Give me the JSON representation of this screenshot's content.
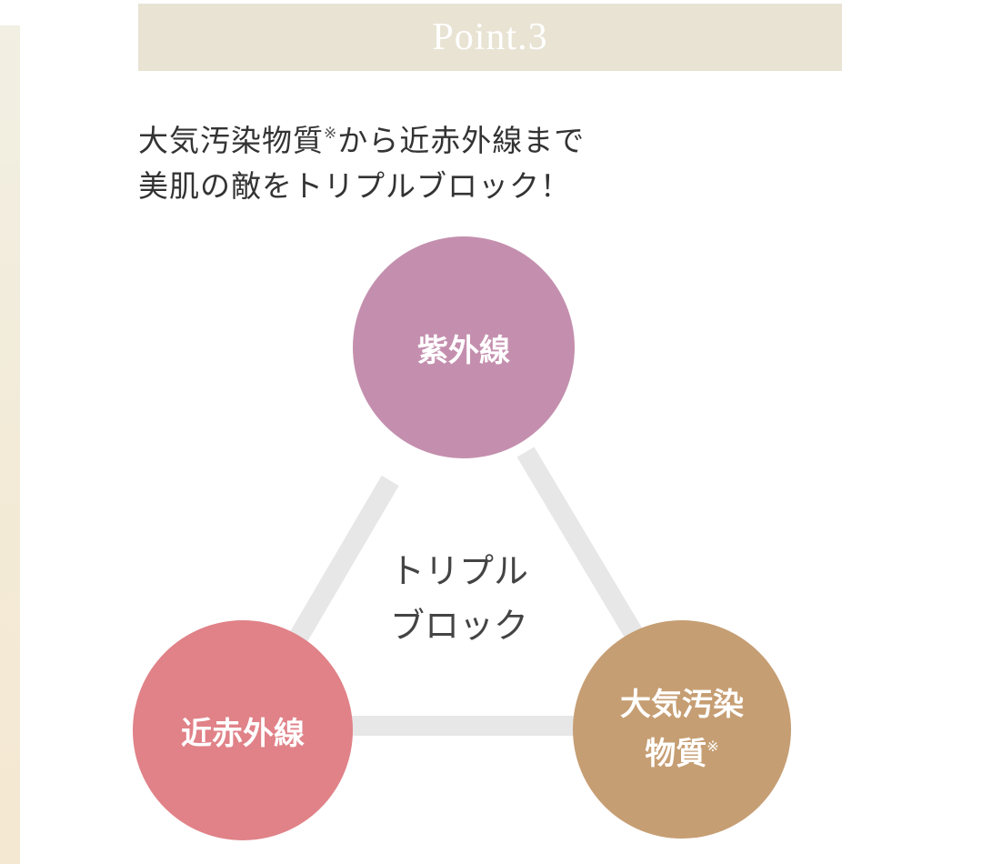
{
  "banner": {
    "title": "Point.3"
  },
  "headline": {
    "line1_main": "大気汚染物質",
    "line1_mark": "※",
    "line1_rest": "から近赤外線まで",
    "line2": "美肌の敵をトリプルブロック！"
  },
  "diagram": {
    "center_line1": "トリプル",
    "center_line2": "ブロック",
    "nodes": {
      "uv": "紫外線",
      "near_infrared": "近赤外線",
      "pollution_line1": "大気汚染",
      "pollution_line2": "物質",
      "pollution_mark": "※"
    }
  },
  "colors": {
    "banner_bg": "#e8e3d3",
    "uv": "#c48fae",
    "near_infrared": "#e08288",
    "pollution": "#c69e73",
    "connector": "#e7e7e7",
    "text": "#333333"
  }
}
